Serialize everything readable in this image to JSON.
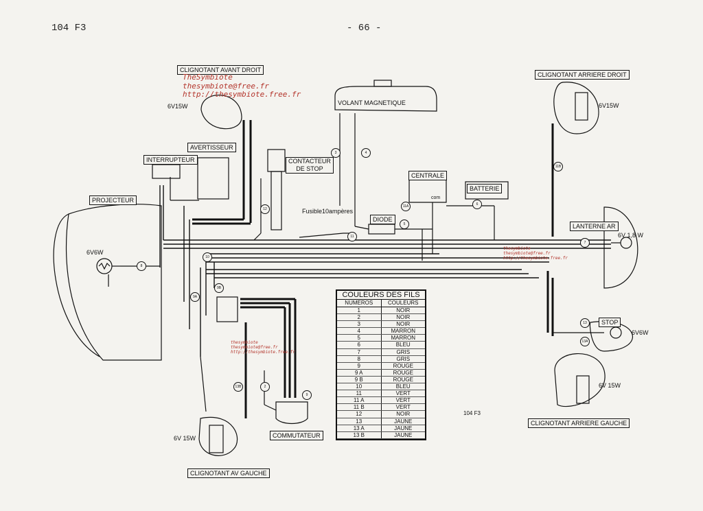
{
  "header": {
    "left": "104 F3",
    "center": "- 66 -"
  },
  "labels": {
    "clignotant_avant_droit": "CLIGNOTANT AVANT DROIT",
    "avant_droit_rating": "6V15W",
    "volant_magnetique": "VOLANT MAGNETIQUE",
    "clignotant_arriere_droit": "CLIGNOTANT ARRIERE DROIT",
    "arriere_droit_rating": "6V15W",
    "avertisseur": "AVERTISSEUR",
    "interrupteur": "INTERRUPTEUR",
    "contacteur_line1": "CONTACTEUR",
    "contacteur_line2": "DE STOP",
    "centrale": "CENTRALE",
    "batterie": "BATTERIE",
    "projecteur": "PROJECTEUR",
    "projecteur_rating": "6V6W",
    "fusible": "Fusible10ampères",
    "diode": "DIODE",
    "lanterne": "LANTERNE AR",
    "lanterne_rating": "6V 1,8 W",
    "stop": "STOP",
    "stop_rating": "6V6W",
    "arriere_gauche_rating": "6V 15W",
    "clignotant_arriere_gauche": "CLIGNOTANT ARRIERE GAUCHE",
    "commutateur": "COMMUTATEUR",
    "avant_gauche_rating": "6V 15W",
    "clignotant_av_gauche": "CLIGNOTANT AV GAUCHE",
    "model_ref": "104 F3",
    "com": "com"
  },
  "watermarks": {
    "top": [
      "TheSymbiote",
      "thesymbiote@free.fr",
      "http://thesymbiote.free.fr"
    ],
    "right": [
      "thesymbiote",
      "thesymbiote@free.fr",
      "http://thesymbiote.free.fr"
    ],
    "center": [
      "thesymbiote",
      "thesymbiote@free.fr",
      "http://thesymbiote.free.fr"
    ]
  },
  "wire_numbers": [
    "1",
    "2",
    "3",
    "4",
    "5",
    "6",
    "7",
    "8",
    "9",
    "9A",
    "9B",
    "10",
    "11",
    "11A",
    "11B",
    "12",
    "13",
    "13A",
    "13B"
  ],
  "table": {
    "title": "COULEURS DES FILS",
    "col_numeros": "NUMEROS",
    "col_couleurs": "COULEURS",
    "rows": [
      {
        "num": "1",
        "color": "NOIR"
      },
      {
        "num": "2",
        "color": "NOIR"
      },
      {
        "num": "3",
        "color": "NOIR"
      },
      {
        "num": "4",
        "color": "MARRON"
      },
      {
        "num": "5",
        "color": "MARRON"
      },
      {
        "num": "6",
        "color": "BLEU"
      },
      {
        "num": "7",
        "color": "GRIS"
      },
      {
        "num": "8",
        "color": "GRIS"
      },
      {
        "num": "9",
        "color": "ROUGE"
      },
      {
        "num": "9 A",
        "color": "ROUGE"
      },
      {
        "num": "9 B",
        "color": "ROUGE"
      },
      {
        "num": "10",
        "color": "BLEU"
      },
      {
        "num": "11",
        "color": "VERT"
      },
      {
        "num": "11 A",
        "color": "VERT"
      },
      {
        "num": "11 B",
        "color": "VERT"
      },
      {
        "num": "12",
        "color": "NOIR"
      },
      {
        "num": "13",
        "color": "JAUNE"
      },
      {
        "num": "13 A",
        "color": "JAUNE"
      },
      {
        "num": "13 B",
        "color": "JAUNE"
      }
    ]
  }
}
